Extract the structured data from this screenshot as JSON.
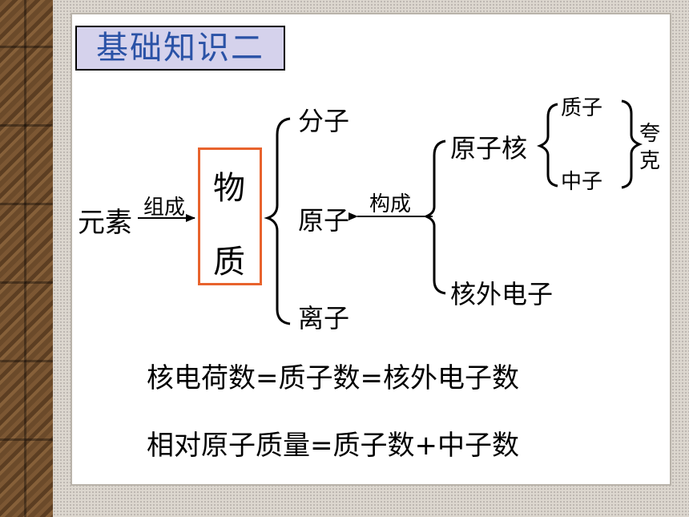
{
  "title": "基础知识二",
  "diagram": {
    "element": "元素",
    "compose_label": "组成",
    "substance_chars": [
      "物",
      "质"
    ],
    "particles": [
      "分子",
      "原子",
      "离子"
    ],
    "construct_label": "构成",
    "atom_parts": [
      "原子核",
      "核外电子"
    ],
    "nucleus_parts": [
      "质子",
      "中子"
    ],
    "quark_chars": [
      "夸",
      "克"
    ]
  },
  "formulas": {
    "nuclear_charge": "核电荷数=质子数=核外电子数",
    "relative_mass": "相对原子质量=质子数+中子数"
  },
  "colors": {
    "title_text": "#2a52a6",
    "title_bg": "#d5d2ec",
    "substance_border": "#e8632d"
  }
}
